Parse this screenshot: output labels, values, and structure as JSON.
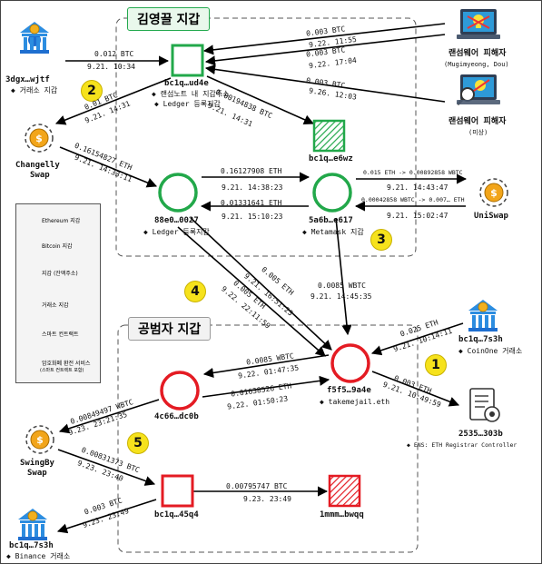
{
  "boxes": {
    "kim_wallet": "김영끌 지갑",
    "criminal_wallet": "공범자 지갑"
  },
  "legend": {
    "ethereum": "Ethereum 지갑",
    "bitcoin": "Bitcoin 지갑",
    "change": "지갑 (잔액주소)",
    "exchange": "거래소 지갑",
    "contract": "스마트 컨트랙트",
    "service_line1": "암호화폐 환전 서비스",
    "service_line2": "(스마트 컨트랙트 포함)"
  },
  "nodes": {
    "exchange_3dgx": {
      "name": "3dgx…wjtf",
      "sub": "◆ 거래소 지갑"
    },
    "changelly": {
      "line1": "Changelly",
      "line2": "Swap"
    },
    "bc1q_ud4e": {
      "name": "bc1q…ud4e",
      "sub1": "◆ 랜섬노트 내 지갑주소",
      "sub2": "◆ Ledger 등록지갑"
    },
    "bc1q_e6wz": {
      "name": "bc1q…e6wz"
    },
    "addr_88e0": {
      "name": "88e0…0027",
      "sub": "◆ Ledger 등록지갑"
    },
    "addr_5a6b": {
      "name": "5a6b…e617",
      "sub": "◆ Metamask 지갑"
    },
    "uniswap": {
      "name": "UniSwap"
    },
    "victim1": {
      "title": "랜섬웨어 피해자",
      "sub": "(Mugimyeong, Dou)"
    },
    "victim2": {
      "title": "랜섬웨어 피해자",
      "sub": "(미상)"
    },
    "bc1q_7s3h_top": {
      "name": "bc1q…7s3h",
      "sub": "◆ CoinOne 거래소"
    },
    "f5f5": {
      "name": "f5f5…9a4e",
      "sub": "◆ takemejail.eth"
    },
    "ens": {
      "name": "2535…303b",
      "sub": "◆ ENS: ETH Registrar Controller"
    },
    "addr_4c66": {
      "name": "4c66…dc0b"
    },
    "swingby": {
      "line1": "SwingBy",
      "line2": "Swap"
    },
    "bc1q_45q4": {
      "name": "bc1q…45q4"
    },
    "addr_1mmm": {
      "name": "1mmm…bwqq"
    },
    "bc1q_7s3h_bot": {
      "name": "bc1q…7s3h",
      "sub": "◆ Binance 거래소"
    }
  },
  "edges": {
    "e1": {
      "amount": "0.012 BTC",
      "time": "9.21. 10:34"
    },
    "e2": {
      "amount": "0.003 BTC",
      "time": "9.22. 11:55"
    },
    "e3": {
      "amount": "0.003 BTC",
      "time": "9.22. 17:04"
    },
    "e4": {
      "amount": "0.003 BTC",
      "time": "9.26. 12:03"
    },
    "e5": {
      "amount": "0.01 BTC",
      "time": "9.21. 14:31"
    },
    "e6": {
      "amount": "0.00194838 BTC",
      "time": "9.21. 14:31"
    },
    "e7": {
      "amount": "0.16154827 ETH",
      "time": "9.21. 14:33:11"
    },
    "e8": {
      "amount": "0.16127908 ETH",
      "time": "9.21. 14:38:23"
    },
    "e9": {
      "amount": "0.01331641 ETH",
      "time": "9.21. 15:10:23"
    },
    "e10": {
      "amount": "0.015 ETH -> 0.00892858 WBTC",
      "time": "9.21. 14:43:47"
    },
    "e11": {
      "amount": "0.00042858 WBTC -> 0.007… ETH",
      "time": "9.21. 15:02:47"
    },
    "e12": {
      "amount": "0.005 ETH",
      "time": "9.21. 16:51:23"
    },
    "e13": {
      "amount": "0.005 ETH",
      "time": "9.22. 22:11:59"
    },
    "e14": {
      "amount": "0.0085 WBTC",
      "time": "9.21. 14:45:35"
    },
    "e15": {
      "amount": "0.025 ETH",
      "time": "9.21. 10:14:11"
    },
    "e16": {
      "amount": "0.003 ETH",
      "time": "9.21. 10:49:59"
    },
    "e17": {
      "amount": "0.0085 WBTC",
      "time": "9.22. 01:47:35"
    },
    "e18": {
      "amount": "0.01638526 ETH",
      "time": "9.22. 01:50:23"
    },
    "e19": {
      "amount": "0.00849497 WBTC",
      "time": "9.23. 23:21:35"
    },
    "e20": {
      "amount": "0.00831373 BTC",
      "time": "9.23. 23:40"
    },
    "e21": {
      "amount": "0.00795747 BTC",
      "time": "9.23. 23:49"
    },
    "e22": {
      "amount": "0.003 BTC",
      "time": "9.23. 23:49"
    }
  },
  "steps": [
    "1",
    "2",
    "3",
    "4",
    "5"
  ],
  "colors": {
    "kim_node": "#22a84a",
    "criminal_node": "#e41b23",
    "box_border": "#555555",
    "step_badge": "#f6e21c"
  }
}
